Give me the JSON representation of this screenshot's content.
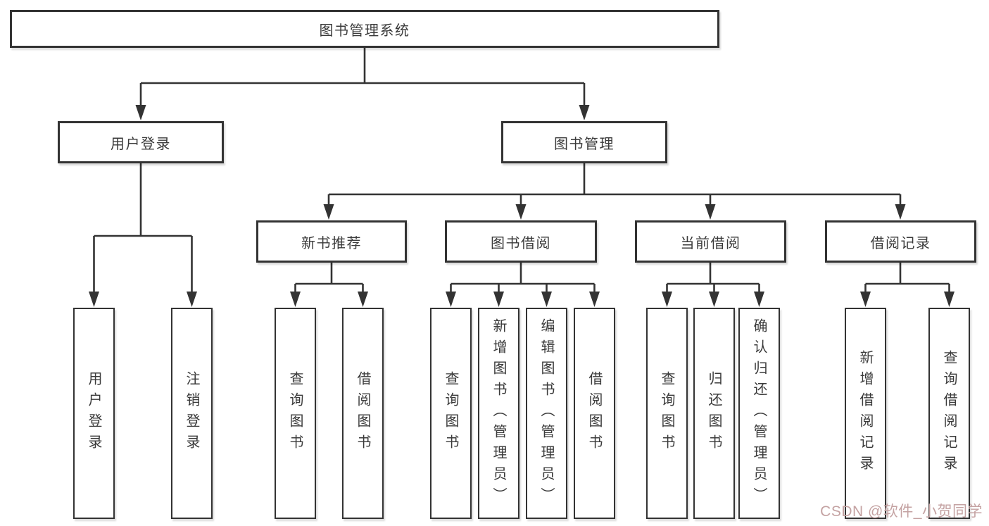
{
  "tree": {
    "root": {
      "label": "图书管理系统",
      "children": [
        {
          "label": "用户登录",
          "children": [
            {
              "label": "用户登录"
            },
            {
              "label": "注销登录"
            }
          ]
        },
        {
          "label": "图书管理",
          "children": [
            {
              "label": "新书推荐",
              "children": [
                {
                  "label": "查询图书"
                },
                {
                  "label": "借阅图书"
                }
              ]
            },
            {
              "label": "图书借阅",
              "children": [
                {
                  "label": "查询图书"
                },
                {
                  "label": "新增图书（管理员）"
                },
                {
                  "label": "编辑图书（管理员）"
                },
                {
                  "label": "借阅图书"
                }
              ]
            },
            {
              "label": "当前借阅",
              "children": [
                {
                  "label": "查询图书"
                },
                {
                  "label": "归还图书"
                },
                {
                  "label": "确认归还（管理员）"
                }
              ]
            },
            {
              "label": "借阅记录",
              "children": [
                {
                  "label": "新增借阅记录"
                },
                {
                  "label": "查询借阅记录"
                }
              ]
            }
          ]
        }
      ]
    }
  },
  "watermark": {
    "text": "CSDN @软件_小贺同学",
    "color": "#c4a2a2"
  },
  "colors": {
    "line": "#333333",
    "node_border": "#333333",
    "node_text": "#3a3a3a",
    "background": "#ffffff"
  }
}
